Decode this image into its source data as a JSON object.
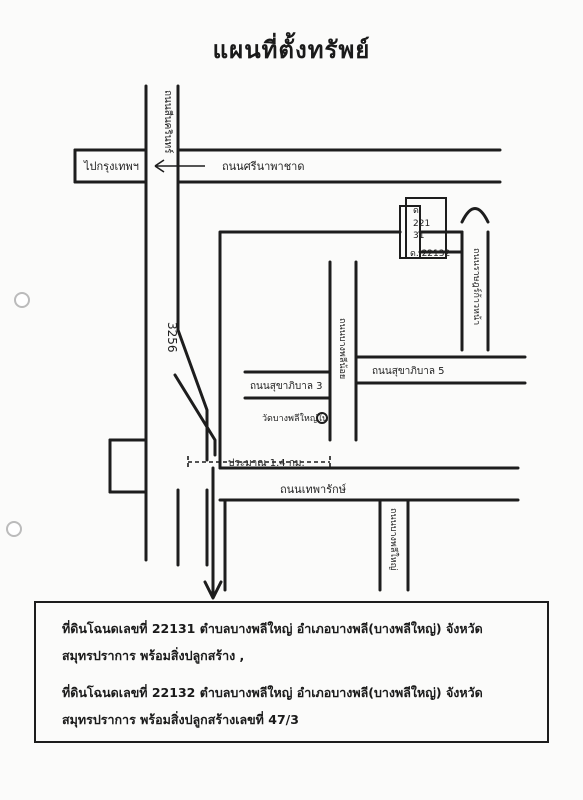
{
  "title": "แผนที่ตั้งทรัพย์",
  "map": {
    "road_north": "ถนนสีนครินทร์",
    "road_east_west": "ถนนเทพารักษ์",
    "road_sisanaphat": "ถนนศรีนาพาชาด",
    "road_3256": "3256",
    "road_soi_kingkaew": "ถนนราษฎร์ก้าวหน้า",
    "soi_3": "ถนนสุขาภิบาล 3",
    "soi_5": "ถนนสุขาภิบาล 5",
    "road_vertical_mid": "ถนนบางพลีน้อย",
    "road_right_bottom": "ถนนบางพลีใหญ่",
    "to_bangkok": "ไปกรุงเทพฯ",
    "temple": "วัดบางพลีใหญ่ใน",
    "distance": "ประมาณ 1.4 กม.",
    "parcel_top": "ด.",
    "parcel_no1": "221",
    "parcel_no2": "31",
    "parcel_bottom": "ด. 22132"
  },
  "description": {
    "line1": "ที่ดินโฉนดเลขที่ 22131 ตำบลบางพลีใหญ่ อำเภอบางพลี(บางพลีใหญ่) จังหวัด",
    "line2": "สมุทรปราการ พร้อมสิ่งปลูกสร้าง ,",
    "line3": "ที่ดินโฉนดเลขที่ 22132 ตำบลบางพลีใหญ่ อำเภอบางพลี(บางพลีใหญ่) จังหวัด",
    "line4": "สมุทรปราการ พร้อมสิ่งปลูกสร้างเลขที่ 47/3"
  }
}
